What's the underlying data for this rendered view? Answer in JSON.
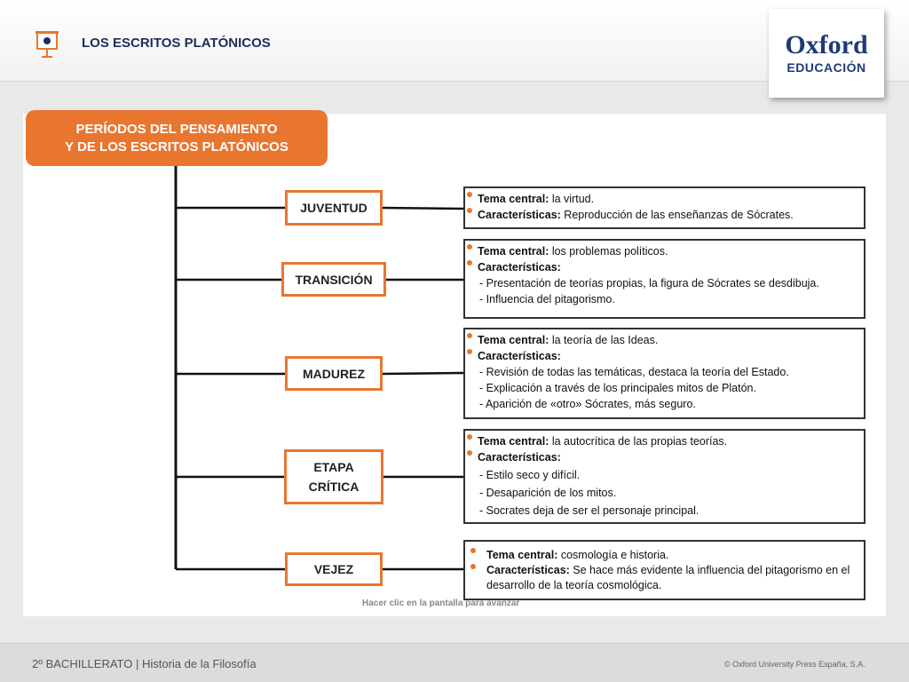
{
  "header": {
    "title": "LOS ESCRITOS PLATÓNICOS",
    "logo_line1": "Oxford",
    "logo_line2": "EDUCACIÓN"
  },
  "diagram": {
    "title_line1": "PERÍODOS  DEL PENSAMIENTO",
    "title_line2": "Y DE LOS ESCRITOS PLATÓNICOS",
    "periods": [
      {
        "label_lines": [
          "JUVENTUD"
        ],
        "tema_label": "Tema central:",
        "tema_value": " la virtud.",
        "car_label": "Características:",
        "car_value": " Reproducción de las enseñanzas de Sócrates.",
        "subitems": []
      },
      {
        "label_lines": [
          "TRANSICIÓN"
        ],
        "tema_label": "Tema central:",
        "tema_value": " los problemas políticos.",
        "car_label": "Características:",
        "car_value": "",
        "subitems": [
          "- Presentación de teorías propias, la figura de Sócrates se desdibuja.",
          "- Influencia del pitagorismo."
        ]
      },
      {
        "label_lines": [
          "MADUREZ"
        ],
        "tema_label": "Tema central:",
        "tema_value": " la teoría de las Ideas.",
        "car_label": "Características:",
        "car_value": "",
        "subitems": [
          "- Revisión de todas las temáticas, destaca la teoría del Estado.",
          "- Explicación a través de los principales mitos de Platón.",
          "- Aparición de «otro» Sócrates, más seguro."
        ]
      },
      {
        "label_lines": [
          "ETAPA",
          "CRÍTICA"
        ],
        "tema_label": "Tema central:",
        "tema_value": " la autocrítica de las propias teorías.",
        "car_label": "Características:",
        "car_value": "",
        "subitems": [
          "- Estilo seco y difícil.",
          "- Desaparición de los mitos.",
          "- Socrates deja de ser el personaje principal."
        ]
      },
      {
        "label_lines": [
          "VEJEZ"
        ],
        "tema_label": "Tema central:",
        "tema_value": " cosmología e historia.",
        "car_label": "Características:",
        "car_value": " Se hace  más evidente la influencia del pitagorismo en el desarrollo de la teoría cosmológica.",
        "subitems": []
      }
    ]
  },
  "hint": "Hacer clic en la pantalla para avanzar",
  "footer": {
    "left": "2º BACHILLERATO | Historia de la Filosofía",
    "right": "© Oxford University Press España, S.A."
  },
  "colors": {
    "accent": "#e8762f",
    "navy": "#1f2d5c",
    "logo": "#1e3a78"
  }
}
